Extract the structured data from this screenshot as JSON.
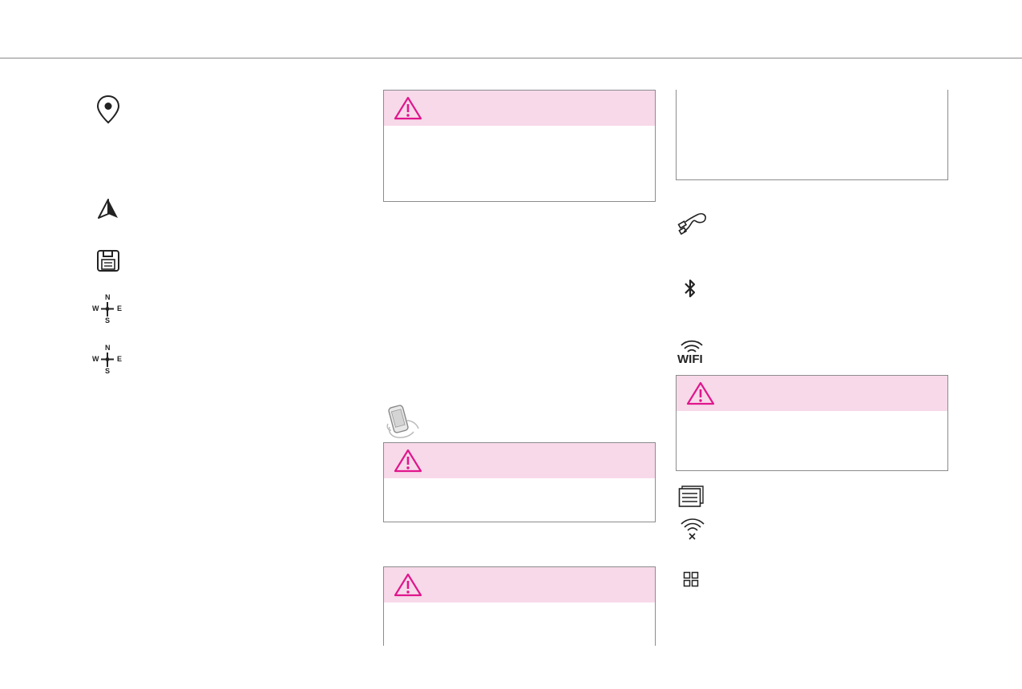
{
  "icons": {
    "col1": [
      "location-pin-icon",
      "navigation-arrow-icon",
      "save-disk-icon",
      "compass-icon",
      "compass-icon"
    ],
    "col3": [
      "usb-cable-icon",
      "bluetooth-icon",
      "wifi-icon",
      "menu-list-icon",
      "wifi-off-icon",
      "apps-grid-icon"
    ],
    "col2": [
      "smartphone-hand-icon"
    ]
  },
  "compass": {
    "north": "N",
    "south": "S",
    "east": "E",
    "west": "W"
  },
  "wifi_label": "WIFI",
  "colors": {
    "warning_accent": "#e0168c",
    "warning_header_bg": "#f7d9e9",
    "border": "#8c8c8c"
  }
}
